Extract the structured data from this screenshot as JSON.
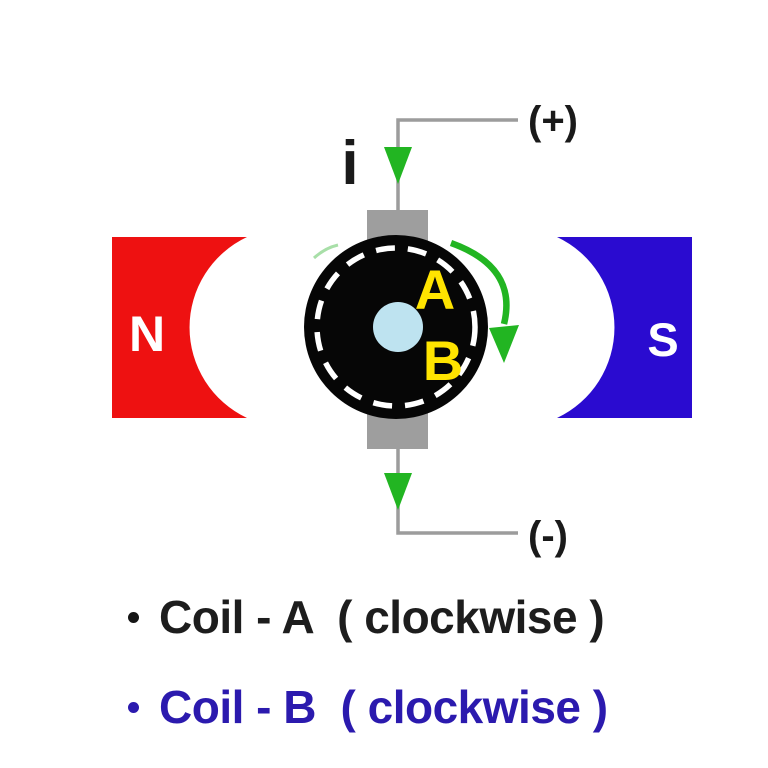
{
  "diagram": {
    "current_label": "i",
    "positive_terminal": "(+)",
    "negative_terminal": "(-)",
    "left_magnet_label": "N",
    "right_magnet_label": "S",
    "coil_a_label": "A",
    "coil_b_label": "B",
    "rotation_direction": "clockwise",
    "colors": {
      "north_magnet_red": "#ee1111",
      "south_magnet_blue": "#2a0bd0",
      "current_arrow_green": "#22b522",
      "rotation_arrow_green": "#22b522",
      "coil_label_yellow": "#ffe400",
      "shaft_light_blue": "#bee3f0",
      "wire_gray": "#9c9c9c",
      "brush_gray": "#9e9e9e",
      "rotor_black": "#060606"
    }
  },
  "legend": {
    "items": [
      {
        "label": "Coil - A  ( clockwise )",
        "color": "#1d1d1d"
      },
      {
        "label": "Coil - B  ( clockwise )",
        "color": "#2b1aae"
      }
    ]
  }
}
